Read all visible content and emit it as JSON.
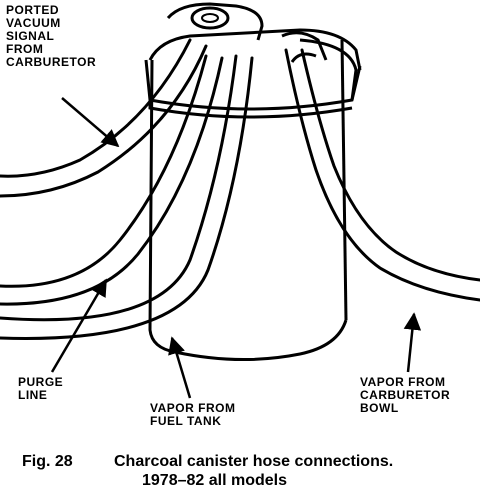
{
  "labels": {
    "ported_vacuum": [
      "PORTED",
      "VACUUM",
      "SIGNAL",
      "FROM",
      "CARBURETOR"
    ],
    "purge_line": [
      "PURGE",
      "LINE"
    ],
    "vapor_fuel_tank": [
      "VAPOR FROM",
      "FUEL TANK"
    ],
    "vapor_carb_bowl": [
      "VAPOR FROM",
      "CARBURETOR",
      "BOWL"
    ]
  },
  "caption": {
    "figure_number": "Fig. 28",
    "title": "Charcoal canister hose connections.",
    "subtitle": "1978–82 all models"
  }
}
